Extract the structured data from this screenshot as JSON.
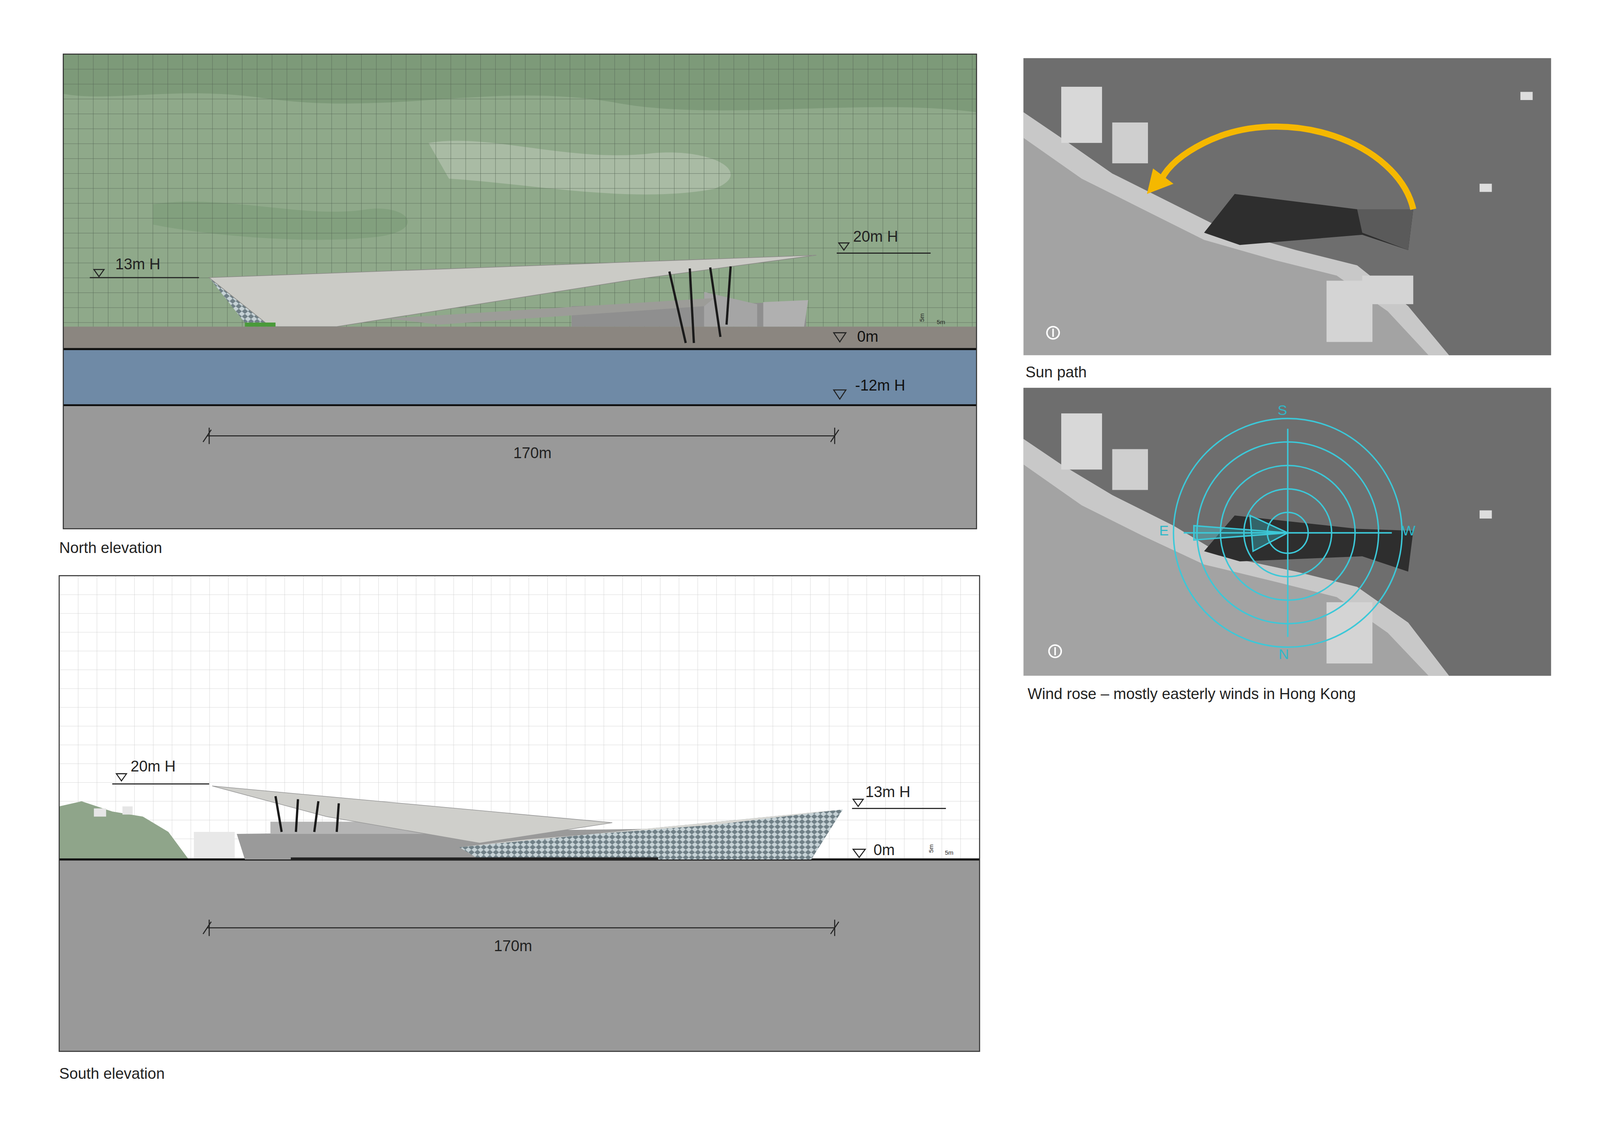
{
  "diagram": {
    "labels": [
      "13m H",
      "20m H",
      "5m",
      "5m",
      "0m",
      "-12m H",
      "170m",
      "North elevation",
      "20m H",
      "13m H",
      "0m",
      "5m",
      "5m",
      "170m",
      "South elevation",
      "Sun path",
      "S",
      "E",
      "W",
      "N",
      "Wind rose – mostly easterly winds in Hong Kong"
    ]
  }
}
